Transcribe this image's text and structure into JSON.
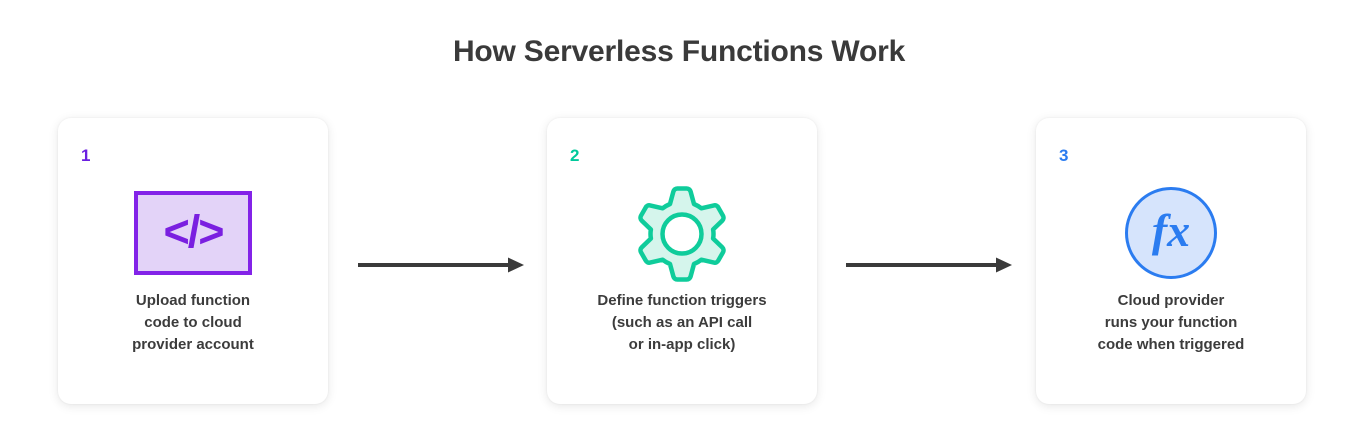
{
  "title": "How Serverless Functions Work",
  "colors": {
    "page_background": "#FFFFFF",
    "card_background": "#FFFFFF",
    "title_text": "#3A3A3A",
    "caption_text": "#3C3C3C",
    "step1_accent": "#6B1FE0",
    "step1_icon_fill": "#E3D3F8",
    "step2_accent": "#00C99B",
    "step2_icon_fill": "#D5F5EC",
    "step3_accent": "#2B7CF0",
    "step3_icon_fill": "#D6E4FC",
    "arrow": "#3A3A3A"
  },
  "steps": [
    {
      "number": "1",
      "icon_name": "code-brackets-icon",
      "icon_glyph": "</>",
      "caption": "Upload function\ncode to cloud\nprovider account"
    },
    {
      "number": "2",
      "icon_name": "gear-icon",
      "icon_glyph": "",
      "caption": "Define function triggers\n(such as an API call\nor in-app click)"
    },
    {
      "number": "3",
      "icon_name": "fx-function-icon",
      "icon_glyph": "fx",
      "caption": "Cloud provider\nruns your function\ncode when triggered"
    }
  ],
  "connectors": [
    {
      "name": "arrow-step1-to-step2",
      "direction": "right"
    },
    {
      "name": "arrow-step2-to-step3",
      "direction": "right"
    }
  ]
}
